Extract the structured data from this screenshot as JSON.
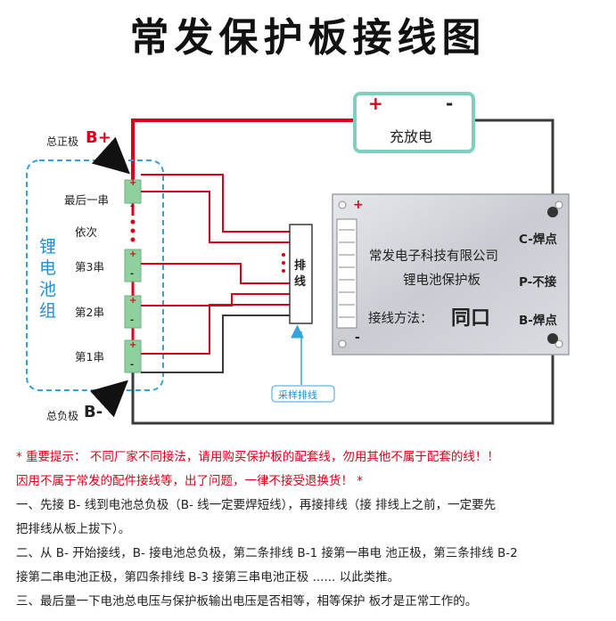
{
  "title": "常发保护板接线图",
  "labels": {
    "charger_plus": "+",
    "charger_minus": "-",
    "charger": "充放电",
    "pos_label": "总正极",
    "pos_b": "B+",
    "neg_label": "总负极",
    "neg_b": "B-",
    "pack_label": "锂电池组",
    "last_cell": "最后一串",
    "and_so_on": "依次",
    "cell3": "第3串",
    "cell2": "第2串",
    "cell1": "第1串",
    "harness": "排线",
    "sample_harness": "采样排线",
    "board_company": "常发电子科技有限公司",
    "board_name": "锂电池保护板",
    "method_label": "接线方法：",
    "method_value": "同口",
    "c_pad": "C-焊点",
    "p_pad": "P-不接",
    "b_pad": "B-焊点",
    "board_plus": "+",
    "board_minus": "-",
    "cell_plus": "+",
    "cell_minus": "-"
  },
  "notes": {
    "warn1": "* 重要提示： 不同厂家不同接法，请用购买保护板的配套线，勿用其他不属于配套的线！！",
    "warn2": "因用不属于常发的配件接线等，出了问题，一律不接受退换货！ *",
    "step1a": "一、先接 B- 线到电池总负极（B- 线一定要焊短线），再接排线（接 排线上之前，一定要先",
    "step1b": "把排线从板上拔下）。",
    "step2a": "二、从 B- 开始接线，B- 接电池总负极，第二条排线 B-1 接第一串电 池正极，第三条排线 B-2",
    "step2b": "接第二串电池正极，第四条排线 B-3 接第三串电池正极 ...... 以此类推。",
    "step3": "三、最后量一下电池总电压与保护板输出电压是否相等，相等保护 板才是正常工作的。"
  },
  "colors": {
    "red_wire": "#d9001b",
    "gray_wire": "#3a3a3a",
    "cell": "#8fd19e",
    "charger_border": "#7fcfbf",
    "dashed_blue": "#33a3dc"
  }
}
